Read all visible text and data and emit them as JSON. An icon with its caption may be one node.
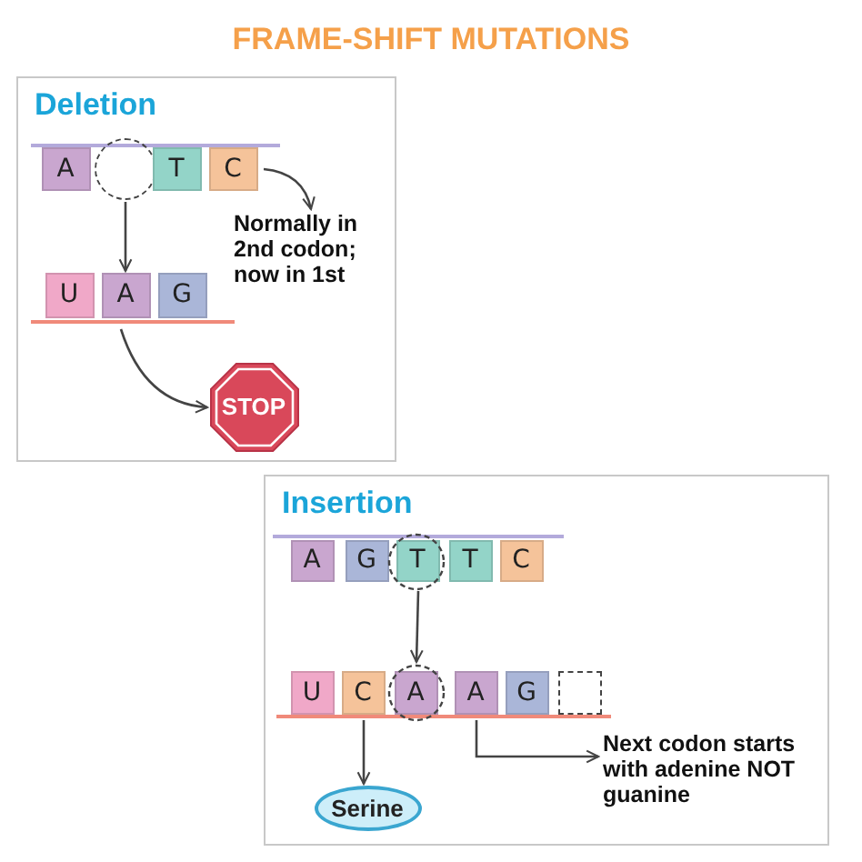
{
  "diagram": {
    "title": "FRAME-SHIFT MUTATIONS",
    "nodes": [
      {
        "text": [
          "Deletion"
        ]
      },
      {
        "text": [
          "A"
        ],
        "in": 0
      },
      {
        "text": [],
        "shape": "circle",
        "in": 0
      },
      {
        "text": [
          "T"
        ],
        "in": 0
      },
      {
        "text": [
          "C"
        ],
        "in": 0
      },
      {
        "text": [
          "Normally in 2nd codon; now in 1st"
        ],
        "in": 0
      },
      {
        "text": [
          "U"
        ],
        "in": 0
      },
      {
        "text": [
          "A"
        ],
        "in": 0
      },
      {
        "text": [
          "G"
        ],
        "in": 0
      },
      {
        "text": [
          "STOP"
        ],
        "in": 0
      },
      {
        "text": [
          "Insertion"
        ]
      },
      {
        "text": [
          "A"
        ],
        "in": 10
      },
      {
        "text": [
          "G"
        ],
        "in": 10
      },
      {
        "text": [
          "T"
        ],
        "in": 10
      },
      {
        "text": [
          "T"
        ],
        "in": 10
      },
      {
        "text": [
          "C"
        ],
        "in": 10
      },
      {
        "text": [
          "U"
        ],
        "in": 10
      },
      {
        "text": [
          "C"
        ],
        "in": 10
      },
      {
        "text": [
          "A"
        ],
        "in": 10
      },
      {
        "text": [
          "A"
        ],
        "in": 10
      },
      {
        "text": [
          "G"
        ],
        "in": 10
      },
      {
        "text": [],
        "shape": "box",
        "in": 10
      },
      {
        "text": [
          "Serine"
        ],
        "in": 10
      },
      {
        "text": [
          "Next codon starts with adenine NOT guanine"
        ],
        "in": 10
      }
    ],
    "edges": [
      {
        "from": 4,
        "to": 5,
        "arrow": "to"
      },
      {
        "from": 2,
        "to": 7,
        "arrow": "to"
      },
      {
        "from": 7,
        "to": 9,
        "arrow": "to"
      },
      {
        "from": 13,
        "to": 18,
        "arrow": "to"
      },
      {
        "from": 17,
        "to": 22,
        "arrow": "to"
      },
      {
        "from": 19,
        "to": 23,
        "arrow": "to"
      }
    ]
  }
}
